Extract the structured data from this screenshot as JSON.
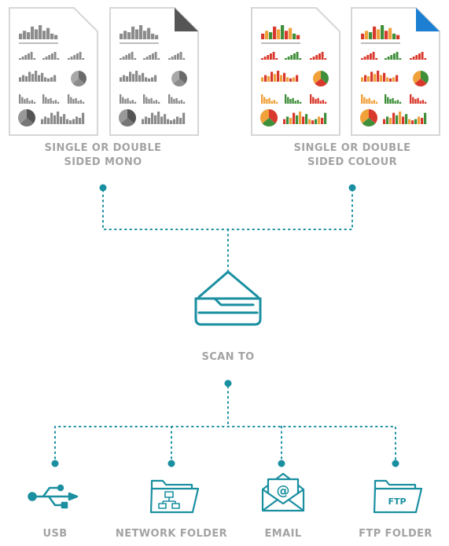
{
  "colors": {
    "accent": "#1a8fa0",
    "label": "#a3a3a3",
    "mono": "#8c8c8c",
    "corner_mono": "#555555",
    "corner_colour": "#1c7fd1",
    "bar_colours": [
      "#d9392c",
      "#f0a13a",
      "#3f8f3a"
    ]
  },
  "sources": {
    "mono_line1": "SINGLE OR DOUBLE",
    "mono_line2": "SIDED MONO",
    "colour_line1": "SINGLE OR DOUBLE",
    "colour_line2": "SIDED COLOUR"
  },
  "center": {
    "label": "SCAN TO"
  },
  "destinations": {
    "usb": {
      "label": "USB",
      "icon": "usb-icon"
    },
    "network": {
      "label": "NETWORK FOLDER",
      "icon": "network-folder-icon"
    },
    "email": {
      "label": "EMAIL",
      "icon": "email-envelope-icon",
      "glyph": "@"
    },
    "ftp": {
      "label": "FTP FOLDER",
      "icon": "ftp-folder-icon",
      "glyph": "FTP"
    }
  }
}
